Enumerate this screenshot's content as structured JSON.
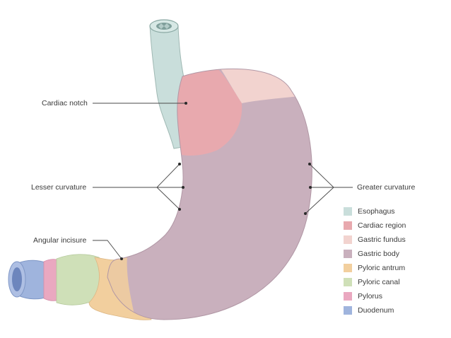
{
  "labels": {
    "cardiac_notch": "Cardiac notch",
    "lesser_curvature": "Lesser curvature",
    "angular_incisure": "Angular incisure",
    "greater_curvature": "Greater curvature"
  },
  "legend": [
    {
      "label": "Esophagus",
      "color": "#c9dedb"
    },
    {
      "label": "Cardiac region",
      "color": "#e8a9ae"
    },
    {
      "label": "Gastric fundus",
      "color": "#f2d3cf"
    },
    {
      "label": "Gastric body",
      "color": "#c9b0bd"
    },
    {
      "label": "Pyloric antrum",
      "color": "#f2cf9e"
    },
    {
      "label": "Pyloric canal",
      "color": "#cfe0b8"
    },
    {
      "label": "Pylorus",
      "color": "#eaa8c0"
    },
    {
      "label": "Duodenum",
      "color": "#9fb4dd"
    }
  ]
}
